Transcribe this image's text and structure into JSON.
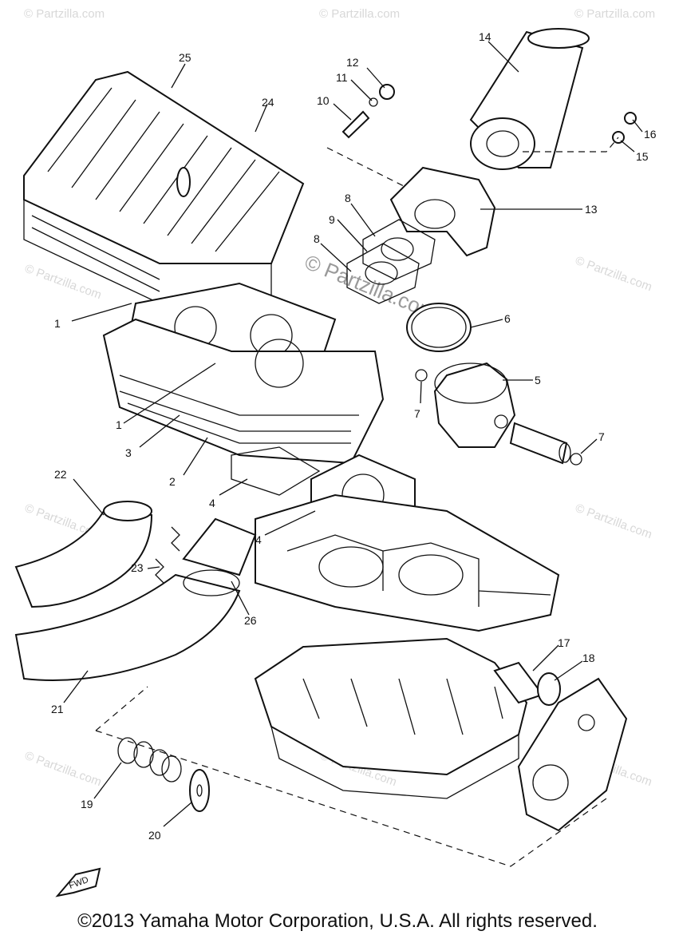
{
  "watermark": {
    "corner_text": "© Partzilla.com",
    "center_text": "© Partzilla.com"
  },
  "callouts": [
    "1",
    "1",
    "2",
    "3",
    "4",
    "4",
    "5",
    "6",
    "7",
    "7",
    "8",
    "8",
    "9",
    "10",
    "11",
    "12",
    "13",
    "14",
    "15",
    "16",
    "17",
    "18",
    "19",
    "20",
    "21",
    "22",
    "23",
    "24",
    "25",
    "26"
  ],
  "fwd_label": "FWD",
  "footer": {
    "copyright": "©2013 Yamaha Motor Corporation, U.S.A. All rights reserved."
  }
}
